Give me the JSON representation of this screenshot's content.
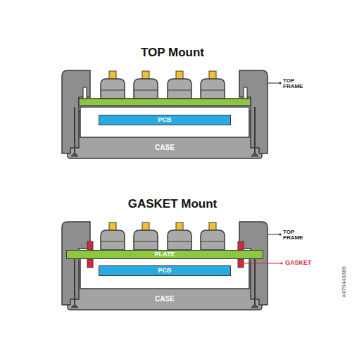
{
  "diagram": {
    "nodes": [
      {
        "text": [
          "PCB"
        ]
      },
      {
        "text": [
          "CASE"
        ]
      },
      {
        "text": [
          "PLATE"
        ]
      },
      {
        "text": [
          "PCB"
        ]
      },
      {
        "text": [
          "CASE"
        ]
      }
    ],
    "labels": [
      "TOP Mount",
      "TOP FRAME",
      "GASKET Mount",
      "TOP FRAME",
      "GASKET",
      "#475443889"
    ]
  }
}
